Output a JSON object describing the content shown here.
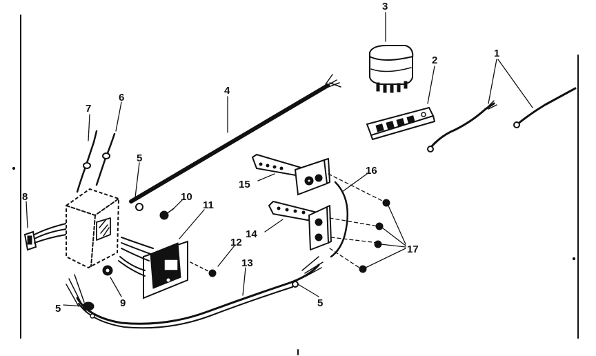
{
  "diagram": {
    "callouts": {
      "c1": "1",
      "c2": "2",
      "c3": "3",
      "c4": "4",
      "c5a": "5",
      "c5b": "5",
      "c5c": "5",
      "c6": "6",
      "c7": "7",
      "c8": "8",
      "c9": "9",
      "c10": "10",
      "c11": "11",
      "c12": "12",
      "c13": "13",
      "c14": "14",
      "c15": "15",
      "c16": "16",
      "c17": "17"
    },
    "ink_color": "#111111",
    "background_color": "#ffffff"
  }
}
